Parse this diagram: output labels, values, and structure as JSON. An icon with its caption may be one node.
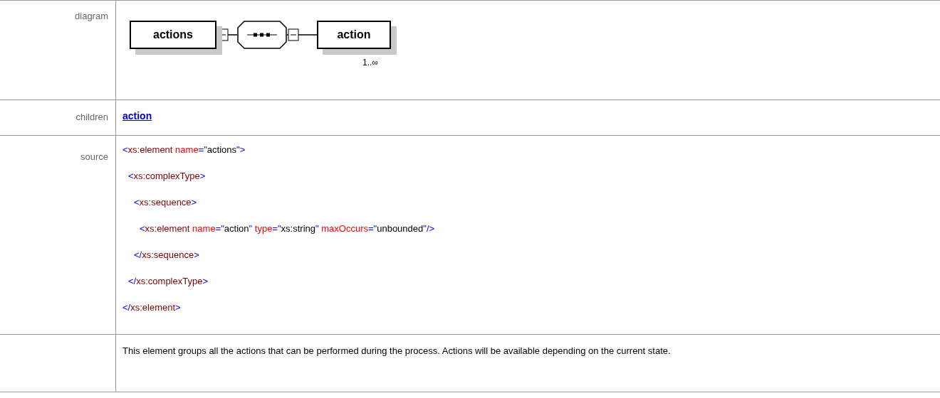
{
  "diagram": {
    "nodes": [
      {
        "text": [
          "actions"
        ]
      },
      {
        "text": [],
        "shape": "octagon"
      },
      {
        "text": [
          "action"
        ],
        "beside": [
          "1..∞"
        ]
      }
    ],
    "edges": [
      {
        "from": 0,
        "to": 1,
        "arrow": "other"
      },
      {
        "from": 1,
        "to": 2,
        "arrow": "other"
      }
    ],
    "labels": [
      "diagram",
      "children",
      "action",
      "source",
      "<xs:element name=\"actions\">",
      "<xs:complexType>",
      "<xs:sequence>",
      "<xs:element name=\"action\" type=\"xs:string\" maxOccurs=\"unbounded\"/>",
      "</xs:sequence>",
      "</xs:complexType>",
      "</xs:element>",
      "This element groups all the actions that can be performed during the process. Actions will be available depending on the current state."
    ]
  }
}
